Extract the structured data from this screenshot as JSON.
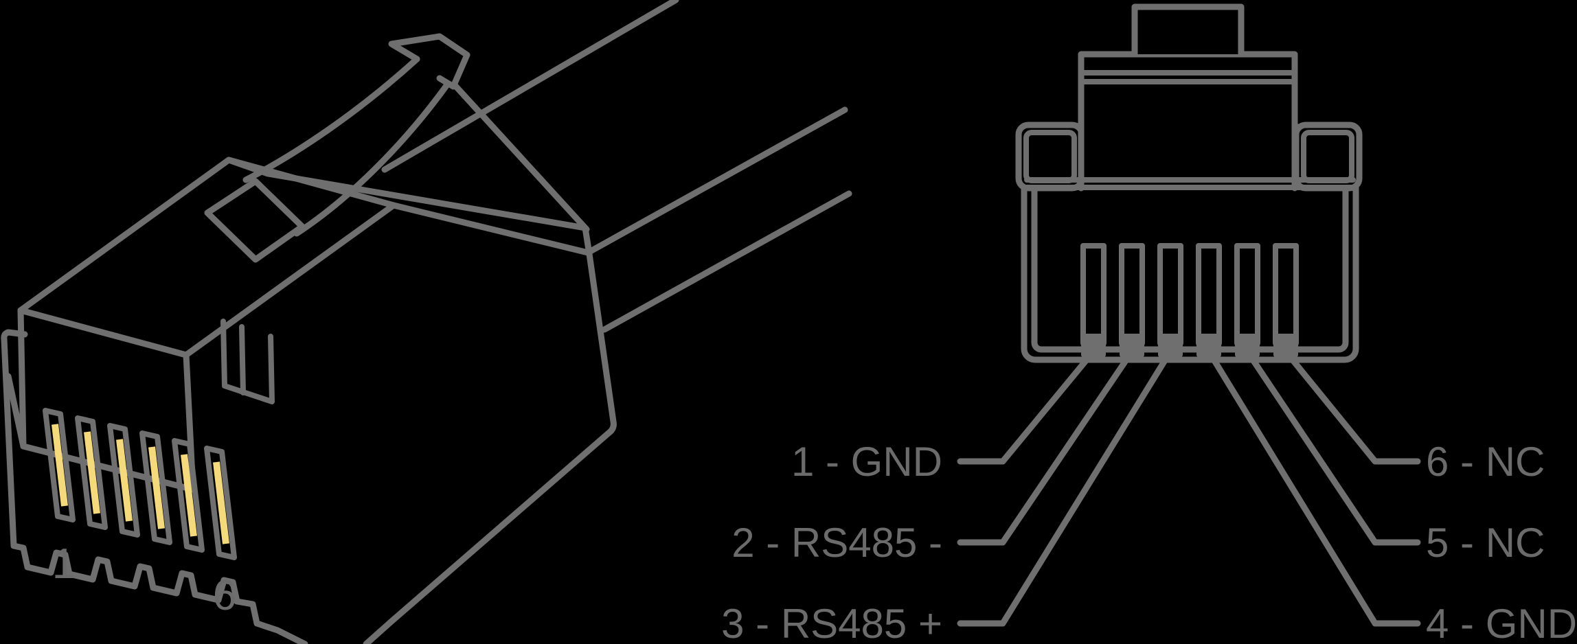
{
  "colors": {
    "background": "#000000",
    "line": "#6f6f6f",
    "text": "#6b6b6b",
    "gold": "#f5da7d"
  },
  "plug_view": {
    "description": "RJ12 plug perspective view",
    "pin_number_first": "1",
    "pin_number_last": "6",
    "pin_count": 6
  },
  "front_view": {
    "description": "RJ12 connector front view with pin leader lines",
    "labels_left": [
      {
        "pin": "1",
        "signal": "GND",
        "text": "1 - GND"
      },
      {
        "pin": "2",
        "signal": "RS485 -",
        "text": "2 - RS485 -"
      },
      {
        "pin": "3",
        "signal": "RS485 +",
        "text": "3 - RS485 +"
      }
    ],
    "labels_right": [
      {
        "pin": "6",
        "signal": "NC",
        "text": "6 - NC"
      },
      {
        "pin": "5",
        "signal": "NC",
        "text": "5 - NC"
      },
      {
        "pin": "4",
        "signal": "GND",
        "text": "4 - GND"
      }
    ]
  },
  "pinout": [
    {
      "pin": 1,
      "signal": "GND"
    },
    {
      "pin": 2,
      "signal": "RS485 -"
    },
    {
      "pin": 3,
      "signal": "RS485 +"
    },
    {
      "pin": 4,
      "signal": "GND"
    },
    {
      "pin": 5,
      "signal": "NC"
    },
    {
      "pin": 6,
      "signal": "NC"
    }
  ]
}
